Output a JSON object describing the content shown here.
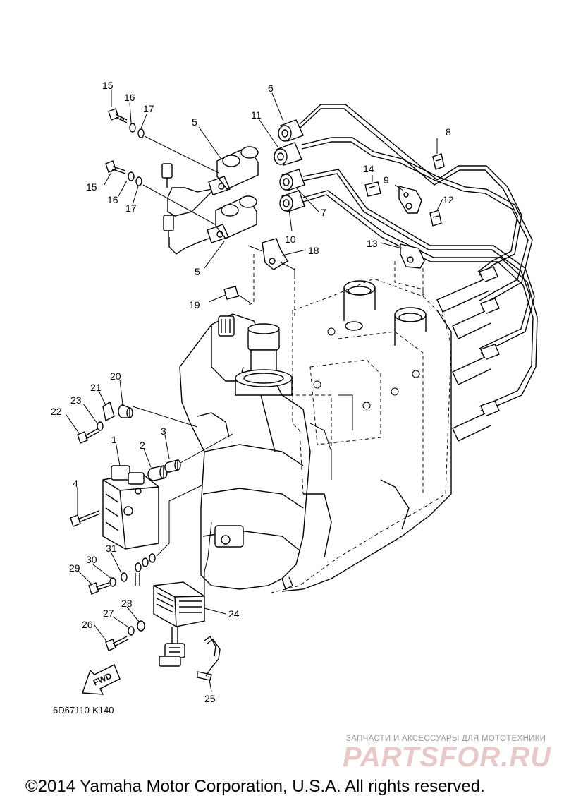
{
  "diagram": {
    "part_code": "6D67110-K140",
    "fwd_label": "FWD",
    "callouts": [
      {
        "id": "c15a",
        "label": "15"
      },
      {
        "id": "c16a",
        "label": "16"
      },
      {
        "id": "c17a",
        "label": "17"
      },
      {
        "id": "c6",
        "label": "6"
      },
      {
        "id": "c5a",
        "label": "5"
      },
      {
        "id": "c11",
        "label": "11"
      },
      {
        "id": "c8",
        "label": "8"
      },
      {
        "id": "c14",
        "label": "14"
      },
      {
        "id": "c9",
        "label": "9"
      },
      {
        "id": "c12",
        "label": "12"
      },
      {
        "id": "c15b",
        "label": "15"
      },
      {
        "id": "c16b",
        "label": "16"
      },
      {
        "id": "c17b",
        "label": "17"
      },
      {
        "id": "c7",
        "label": "7"
      },
      {
        "id": "c10",
        "label": "10"
      },
      {
        "id": "c13",
        "label": "13"
      },
      {
        "id": "c18",
        "label": "18"
      },
      {
        "id": "c5b",
        "label": "5"
      },
      {
        "id": "c19",
        "label": "19"
      },
      {
        "id": "c20",
        "label": "20"
      },
      {
        "id": "c21",
        "label": "21"
      },
      {
        "id": "c23",
        "label": "23"
      },
      {
        "id": "c22",
        "label": "22"
      },
      {
        "id": "c3",
        "label": "3"
      },
      {
        "id": "c1",
        "label": "1"
      },
      {
        "id": "c2",
        "label": "2"
      },
      {
        "id": "c4",
        "label": "4"
      },
      {
        "id": "c31",
        "label": "31"
      },
      {
        "id": "c30",
        "label": "30"
      },
      {
        "id": "c29",
        "label": "29"
      },
      {
        "id": "c28",
        "label": "28"
      },
      {
        "id": "c24",
        "label": "24"
      },
      {
        "id": "c27",
        "label": "27"
      },
      {
        "id": "c26",
        "label": "26"
      },
      {
        "id": "c25",
        "label": "25"
      }
    ]
  },
  "watermark": {
    "tagline": "ЗАПЧАСТИ И АКСЕССУАРЫ ДЛЯ МОТОТЕХНИКИ",
    "brand": "PARTSFOR.RU"
  },
  "copyright": "©2014 Yamaha Motor Corporation, U.S.A. All rights reserved.",
  "colors": {
    "line": "#000000",
    "background": "#ffffff",
    "watermark_brand": "#e7c9c9",
    "watermark_tagline": "#9a9a9a"
  }
}
